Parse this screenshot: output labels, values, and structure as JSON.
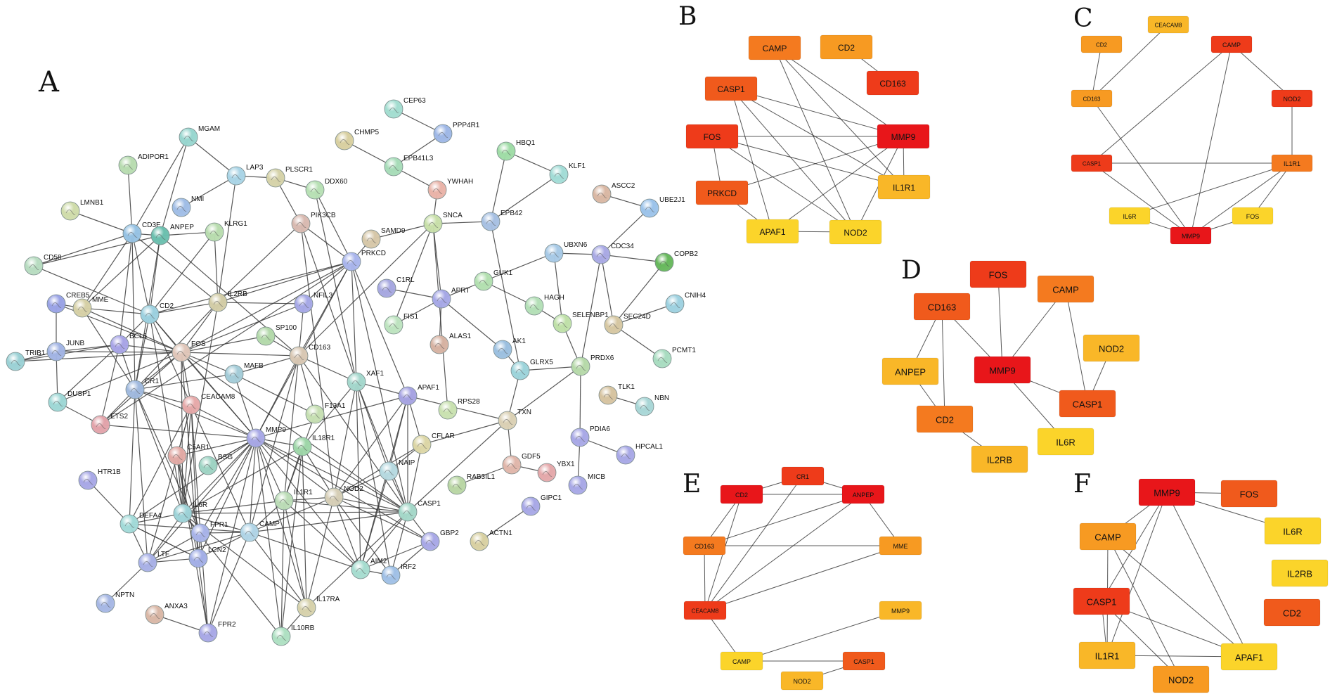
{
  "figure": {
    "panels": [
      "A",
      "B",
      "C",
      "D",
      "E",
      "F"
    ]
  },
  "panel_a": {
    "nodes": [
      "CEP63",
      "PPP4R1",
      "CHMP5",
      "EPB41L3",
      "YWHAH",
      "MGAM",
      "ADIPOR1",
      "LAP3",
      "PLSCR1",
      "DDX60",
      "HBQ1",
      "KLF1",
      "ASCC2",
      "UBE2J1",
      "LMNB1",
      "NMI",
      "CD3E",
      "ANPEP",
      "KLRG1",
      "PIK3CB",
      "SNCA",
      "EPB42",
      "SAMD9",
      "PRKCD",
      "CD58",
      "UBXN6",
      "CDC34",
      "COPB2",
      "C1RL",
      "CNIH4",
      "GUK1",
      "CREB5",
      "MME",
      "IL2RB",
      "NFIL3",
      "APRT",
      "HAGH",
      "CD2",
      "FIS1",
      "ALAS1",
      "SELENBP1",
      "SEC24D",
      "BCL6",
      "SP100",
      "AK1",
      "PCMT1",
      "TRIB1",
      "JUNB",
      "FOS",
      "CD163",
      "GLRX5",
      "PRDX6",
      "MAFB",
      "XAF1",
      "CR1",
      "DUSP1",
      "CEACAM8",
      "APAF1",
      "RPS28",
      "TLK1",
      "NBN",
      "ETS2",
      "F13A1",
      "TXN",
      "MMP9",
      "PDIA6",
      "IL18R1",
      "C5AR1",
      "BSG",
      "HPCAL1",
      "GDF5",
      "YBX1",
      "HTR1B",
      "CFLAR",
      "NAIP",
      "RAB3IL1",
      "IL6R",
      "NOD2",
      "IL1R1",
      "MICB",
      "GIPC1",
      "DEFA4",
      "CASP1",
      "FPR1",
      "CAMP",
      "GBP2",
      "ACTN1",
      "LTF",
      "AIM2",
      "IRF2",
      "LCN2",
      "NPTN",
      "ANXA3",
      "IL17RA",
      "FPR2",
      "IL10RB"
    ]
  },
  "panel_b": {
    "nodes": [
      "CAMP",
      "CD2",
      "CASP1",
      "CD163",
      "FOS",
      "MMP9",
      "PRKCD",
      "IL1R1",
      "APAF1",
      "NOD2"
    ]
  },
  "panel_c": {
    "nodes": [
      "CEACAM8",
      "CD2",
      "CAMP",
      "CD163",
      "NOD2",
      "CASP1",
      "IL1R1",
      "IL6R",
      "FOS",
      "MMP9"
    ]
  },
  "panel_d": {
    "nodes": [
      "FOS",
      "CD163",
      "CAMP",
      "NOD2",
      "ANPEP",
      "MMP9",
      "CASP1",
      "CD2",
      "IL6R",
      "IL2RB"
    ]
  },
  "panel_e": {
    "nodes": [
      "CR1",
      "CD2",
      "ANPEP",
      "CD163",
      "MME",
      "CEACAM8",
      "MMP9",
      "CAMP",
      "CASP1",
      "NOD2"
    ]
  },
  "panel_f": {
    "nodes": [
      "MMP9",
      "FOS",
      "CAMP",
      "IL6R",
      "IL2RB",
      "CASP1",
      "CD2",
      "IL1R1",
      "APAF1",
      "NOD2"
    ]
  },
  "colors": {
    "red": "#e8161a",
    "red_orange": "#ee3b1a",
    "dark_orange": "#f05a1c",
    "orange": "#f47a1f",
    "light_orange": "#f79a22",
    "amber": "#f9b728",
    "yellow": "#fbd42a"
  }
}
